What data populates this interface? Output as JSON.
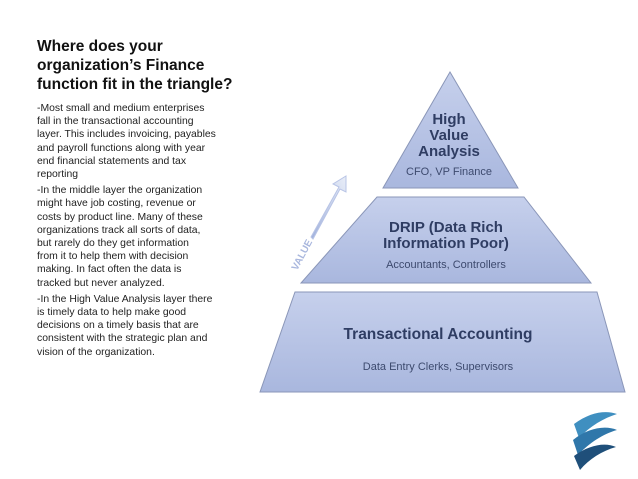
{
  "title_lines": [
    "Where does your",
    "organization’s Finance",
    "function fit in the triangle?"
  ],
  "paragraphs": [
    [
      "-Most small and medium enterprises",
      "fall in the transactional accounting",
      "layer.  This includes invoicing, payables",
      "and payroll functions along with year",
      "end financial statements and tax",
      "reporting"
    ],
    [
      "-In the middle layer the organization",
      "might have job costing, revenue or",
      "costs by product line.  Many of these",
      "organizations track all sorts of data,",
      "but rarely do they get information",
      "from it to help them with decision",
      "making.  In fact often the data is",
      "tracked but never analyzed."
    ],
    [
      "-In the High Value Analysis layer there",
      "is timely data to help make good",
      "decisions on a timely basis that are",
      "consistent with the strategic plan and",
      "vision of the organization."
    ]
  ],
  "pyramid": {
    "top": {
      "title_lines": [
        "High",
        "Value",
        "Analysis"
      ],
      "subtitle": "CFO, VP Finance"
    },
    "middle": {
      "title_lines": [
        "DRIP (Data Rich",
        "Information Poor)"
      ],
      "subtitle": "Accountants, Controllers"
    },
    "bottom": {
      "title_lines": [
        "Transactional Accounting"
      ],
      "subtitle": "Data Entry Clerks, Supervisors"
    },
    "arrow_label": "VALUE"
  },
  "colors": {
    "layer_fill": "#b5c2e3",
    "layer_stroke": "#8a96b8",
    "title_text": "#2f3d63",
    "sub_text": "#3d4a6e",
    "logo_blue": "#3f8fc0",
    "logo_dark": "#1f4f7a"
  }
}
